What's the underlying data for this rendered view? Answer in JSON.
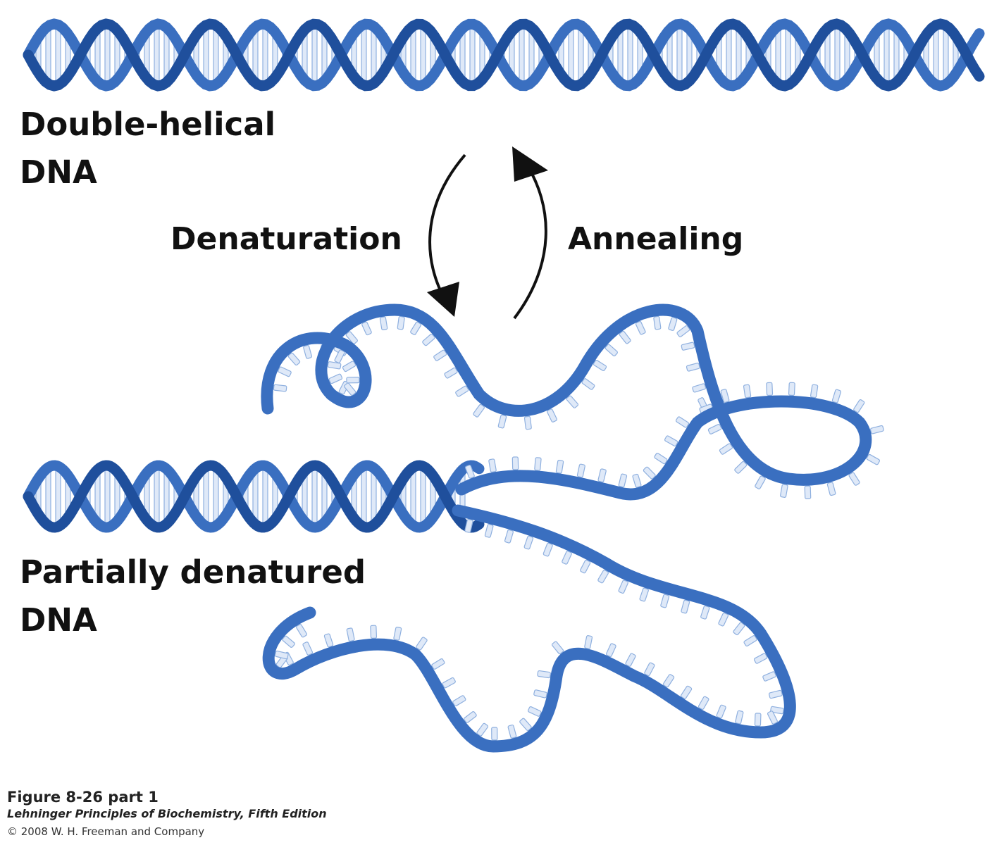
{
  "labels": {
    "top_line1": "Double-helical",
    "top_line2": "DNA",
    "process_forward": "Denaturation",
    "process_reverse": "Annealing",
    "bottom_line1": "Partially denatured",
    "bottom_line2": "DNA"
  },
  "caption": {
    "figure": "Figure 8-26 part 1",
    "source": "Lehninger Principles of Biochemistry, Fifth Edition",
    "copyright": "© 2008 W. H. Freeman and Company"
  },
  "colors": {
    "strand": "#3a6fc0",
    "strand_dark": "#1f4f9c",
    "base": "#dfe9f8",
    "arrow": "#111111"
  }
}
